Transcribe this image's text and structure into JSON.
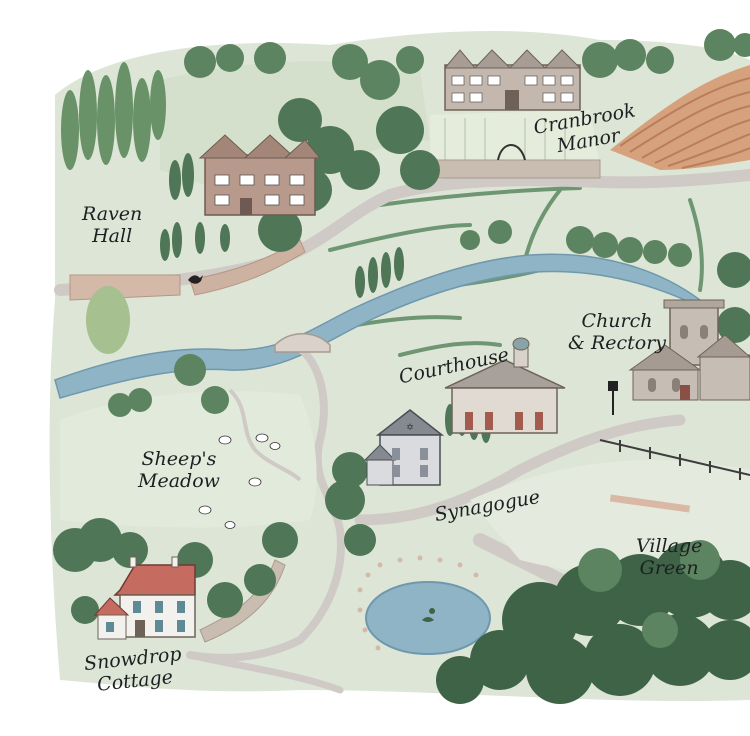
{
  "map": {
    "labels": {
      "raven_hall": [
        "Raven",
        "Hall"
      ],
      "cranbrook_manor": [
        "Cranbrook",
        "Manor"
      ],
      "church_rectory": [
        "Church",
        "& Rectory"
      ],
      "courthouse": "Courthouse",
      "sheeps_meadow": [
        "Sheep's",
        "Meadow"
      ],
      "synagogue": "Synagogue",
      "village_green": [
        "Village",
        "Green"
      ],
      "snowdrop_cottage": [
        "Snowdrop",
        "Cottage"
      ]
    },
    "colors": {
      "field": "#dde6d6",
      "field_dark": "#c9d6c2",
      "tree": "#5d8460",
      "tree_dark": "#3f6347",
      "road": "#cfcac6",
      "river": "#8fb4c6",
      "wall": "#c9b4a6",
      "plowed": "#d6a27e",
      "roof_red": "#c56b5f",
      "stone": "#b9aca2"
    }
  }
}
